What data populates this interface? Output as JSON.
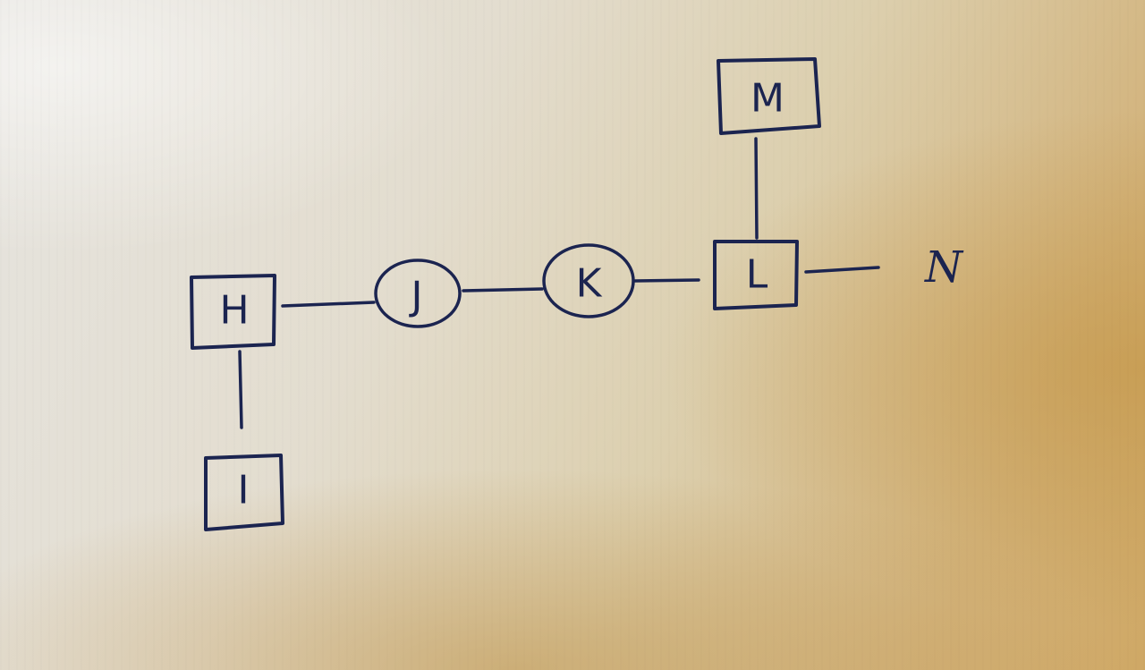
{
  "nodes": {
    "H": {
      "label": "H",
      "shape": "square"
    },
    "I": {
      "label": "I",
      "shape": "square"
    },
    "J": {
      "label": "J",
      "shape": "circle"
    },
    "K": {
      "label": "K",
      "shape": "circle"
    },
    "L": {
      "label": "L",
      "shape": "square"
    },
    "M": {
      "label": "M",
      "shape": "square"
    },
    "N": {
      "label": "N",
      "shape": "none"
    }
  },
  "edges": [
    {
      "from": "H",
      "to": "I"
    },
    {
      "from": "H",
      "to": "J"
    },
    {
      "from": "J",
      "to": "K"
    },
    {
      "from": "K",
      "to": "L"
    },
    {
      "from": "L",
      "to": "M"
    },
    {
      "from": "L",
      "to": "N"
    }
  ],
  "colors": {
    "ink": "#1b2450",
    "paper": "#e3ddcf"
  }
}
